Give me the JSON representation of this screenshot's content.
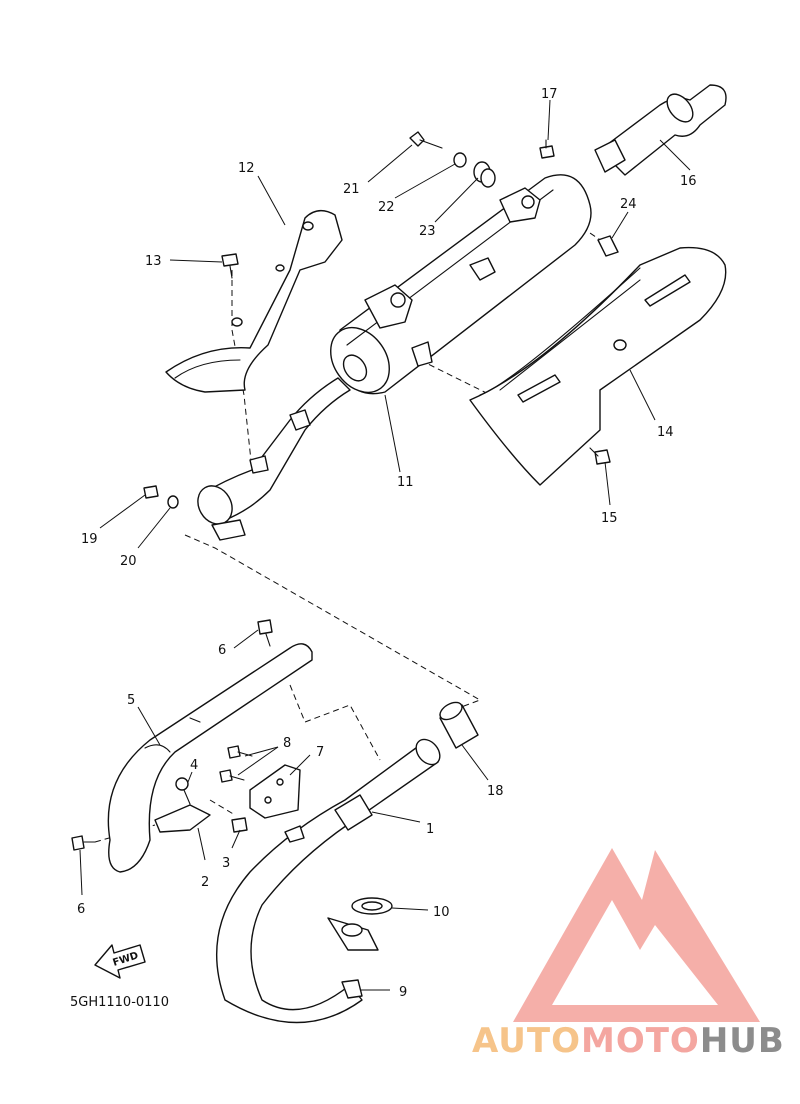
{
  "diagram_code": "5GH1110-0110",
  "fwd_label": "FWD",
  "watermark": {
    "part_a": "AUTO",
    "part_b": "MOTO",
    "part_c": "HUB",
    "color_a": "#F6C48A",
    "color_b": "#F4A6A0",
    "color_c": "#8C8C8C",
    "logo_color": "#F4A6A0"
  },
  "callouts": {
    "c1": "1",
    "c2": "2",
    "c3": "3",
    "c4": "4",
    "c5": "5",
    "c6a": "6",
    "c6b": "6",
    "c7": "7",
    "c8": "8",
    "c9": "9",
    "c10": "10",
    "c11": "11",
    "c12": "12",
    "c13": "13",
    "c14": "14",
    "c15": "15",
    "c16": "16",
    "c17": "17",
    "c18": "18",
    "c19": "19",
    "c20": "20",
    "c21": "21",
    "c22": "22",
    "c23": "23",
    "c24": "24"
  }
}
